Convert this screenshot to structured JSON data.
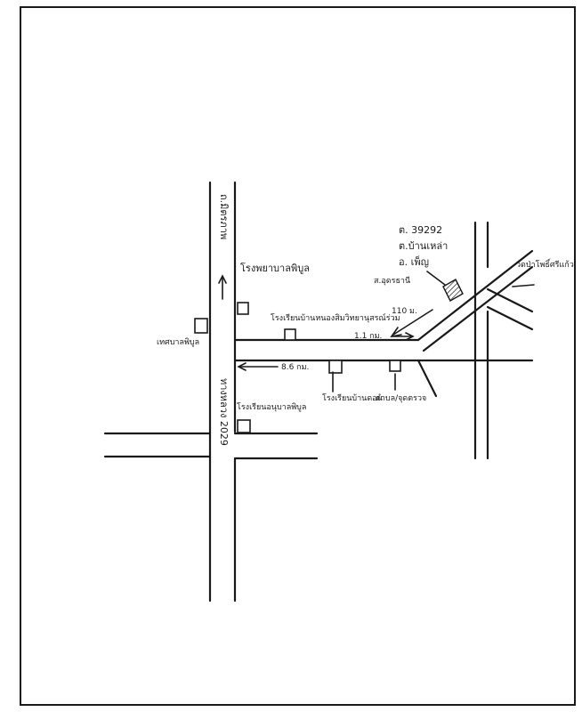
{
  "map": {
    "road_left_vertical": "ถ.มิตรภาพ",
    "road_left_vertical_lower": "ทางหลวง 2029",
    "landmarks": {
      "hospital": "โรงพยาบาลพิบูล",
      "school_top": "โรงเรียนบ้านหนองสิมวิทยานุสรณ์ร่วม",
      "office_left": "เทศบาลพิบูล",
      "school_bottom_left": "โรงเรียนอนุบาลพิบูล",
      "school_mid": "โรงเรียนบ้านดอน",
      "checkpoint": "ตำบล/จุดตรวจ",
      "temple": "วัดป่าโพธิ์ศรีแก้ว",
      "site_label": "ส.อุดรธานี"
    },
    "site_address": [
      "ต. 39292",
      "ต.บ้านเหล่า",
      "อ. เพ็ญ"
    ],
    "distances": {
      "d1": "1.1 กม.",
      "d2": "8.6 กม.",
      "d3": "110 ม."
    }
  }
}
